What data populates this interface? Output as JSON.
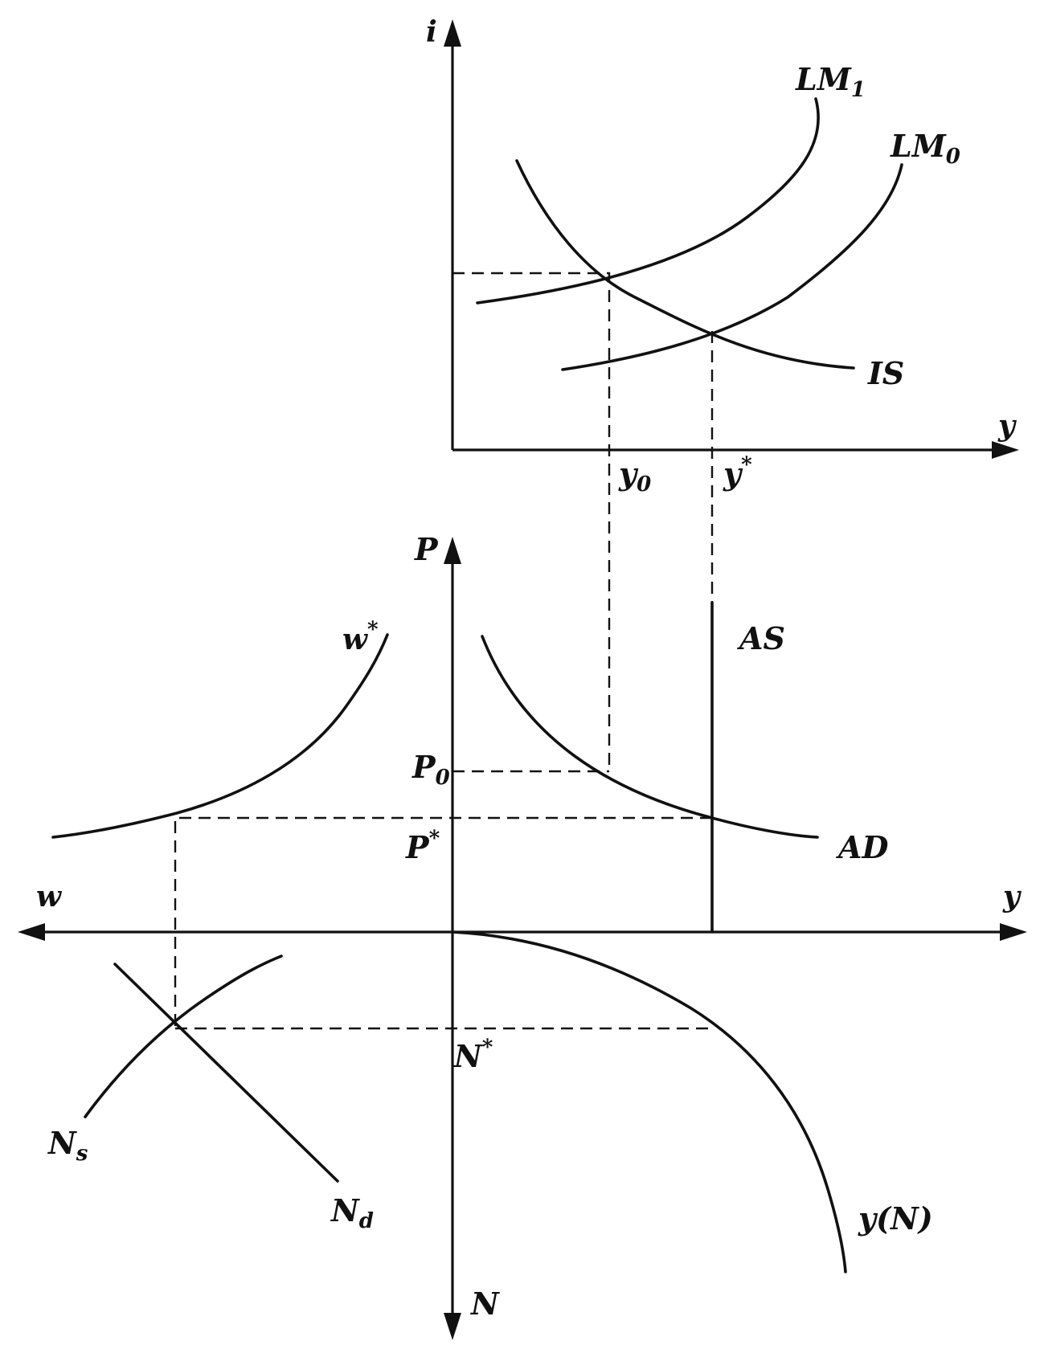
{
  "labels": {
    "i_axis": "i",
    "y_axis_top": "y",
    "lm1": "LM",
    "lm1_sub": "1",
    "lm0": "LM",
    "lm0_sub": "0",
    "is": "IS",
    "y0": "y",
    "y0_sub": "0",
    "ystar": "y",
    "ystar_sup": "*",
    "p_axis": "P",
    "as": "AS",
    "wstar": "w",
    "wstar_sup": "*",
    "p0": "P",
    "p0_sub": "0",
    "pstar": "P",
    "pstar_sup": "*",
    "ad": "AD",
    "w_axis": "w",
    "y_axis_mid": "y",
    "nstar": "N",
    "nstar_sup": "*",
    "ns": "N",
    "ns_sub": "s",
    "nd": "N",
    "nd_sub": "d",
    "yn": "y(N)",
    "n_axis": "N"
  },
  "colors": {
    "ink": "#111111",
    "background": "#ffffff"
  }
}
